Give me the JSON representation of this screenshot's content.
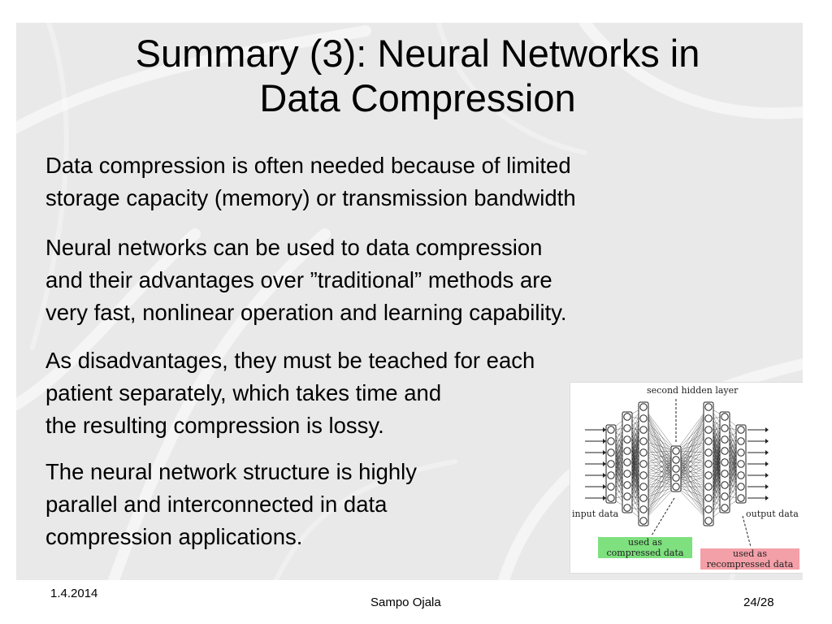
{
  "slide": {
    "title_line1": "Summary (3): Neural Networks in",
    "title_line2": "Data Compression",
    "paragraphs": [
      {
        "lines": [
          "Data compression is often needed because of limited",
          "storage capacity (memory) or transmission bandwidth"
        ]
      },
      {
        "lines": [
          "Neural networks can be used to data compression",
          "and their advantages over ”traditional” methods are",
          "very fast, nonlinear operation and learning capability."
        ]
      },
      {
        "lines": [
          "As disadvantages, they must be teached for each",
          "patient separately, which takes time and",
          "the resulting compression is lossy."
        ]
      },
      {
        "lines": [
          "The neural network structure is highly",
          "parallel and interconnected in data",
          "compression applications."
        ]
      }
    ]
  },
  "figure": {
    "top_label": "second hidden layer",
    "input_label": "input data",
    "output_label": "output data",
    "compressed_line1": "used as",
    "compressed_line2": "compressed data",
    "recompressed_line1": "used as",
    "recompressed_line2": "recompressed data",
    "compressed_color": "#7ee07e",
    "recompressed_color": "#f4a0a8"
  },
  "footer": {
    "date": "1.4.2014",
    "author": "Sampo Ojala",
    "page": "24/28"
  }
}
